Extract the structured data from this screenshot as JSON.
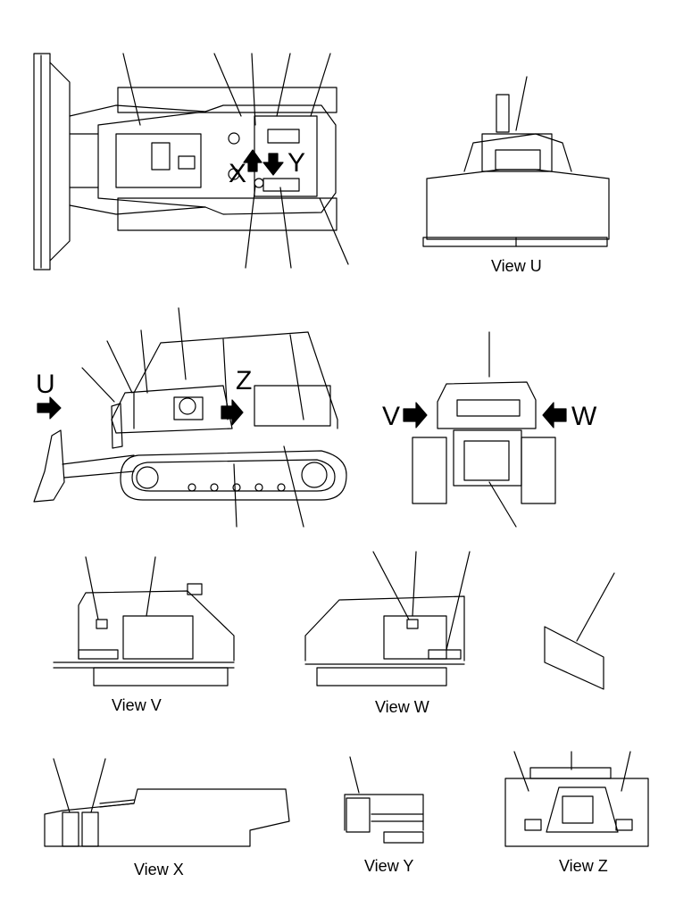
{
  "direction_labels": {
    "u": "U",
    "v": "V",
    "w": "W",
    "x": "X",
    "y": "Y",
    "z": "Z"
  },
  "captions": {
    "view_u": "View U",
    "view_v": "View V",
    "view_w": "View W",
    "view_x": "View X",
    "view_y": "View Y",
    "view_z": "View Z"
  },
  "colors": {
    "ink": "#000000",
    "paper": "#ffffff"
  }
}
